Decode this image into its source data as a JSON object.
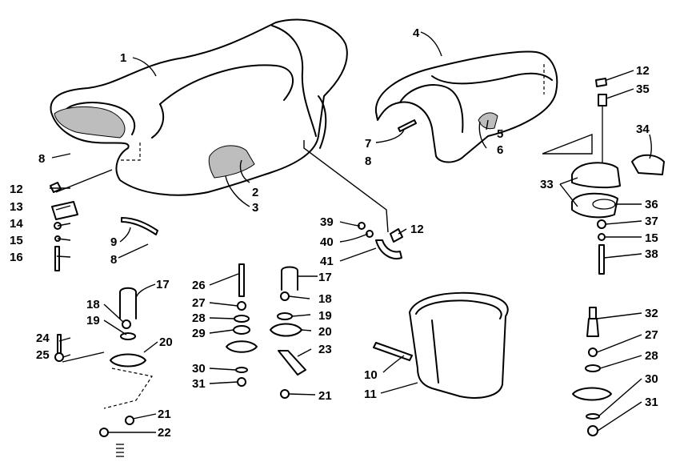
{
  "callouts": {
    "c1": "1",
    "c2": "2",
    "c3": "3",
    "c4": "4",
    "c5": "5",
    "c6": "6",
    "c7": "7",
    "c8a": "8",
    "c8b": "8",
    "c8c": "8",
    "c9": "9",
    "c10": "10",
    "c11": "11",
    "c12a": "12",
    "c12b": "12",
    "c12c": "12",
    "c13": "13",
    "c14": "14",
    "c15a": "15",
    "c15b": "15",
    "c16": "16",
    "c17a": "17",
    "c17b": "17",
    "c18a": "18",
    "c18b": "18",
    "c19a": "19",
    "c19b": "19",
    "c20a": "20",
    "c20b": "20",
    "c21a": "21",
    "c21b": "21",
    "c22": "22",
    "c23": "23",
    "c24": "24",
    "c25": "25",
    "c26": "26",
    "c27a": "27",
    "c27b": "27",
    "c28a": "28",
    "c28b": "28",
    "c29": "29",
    "c30a": "30",
    "c30b": "30",
    "c31a": "31",
    "c31b": "31",
    "c32": "32",
    "c33": "33",
    "c34": "34",
    "c35": "35",
    "c36": "36",
    "c37": "37",
    "c38": "38",
    "c39": "39",
    "c40": "40",
    "c41": "41"
  }
}
